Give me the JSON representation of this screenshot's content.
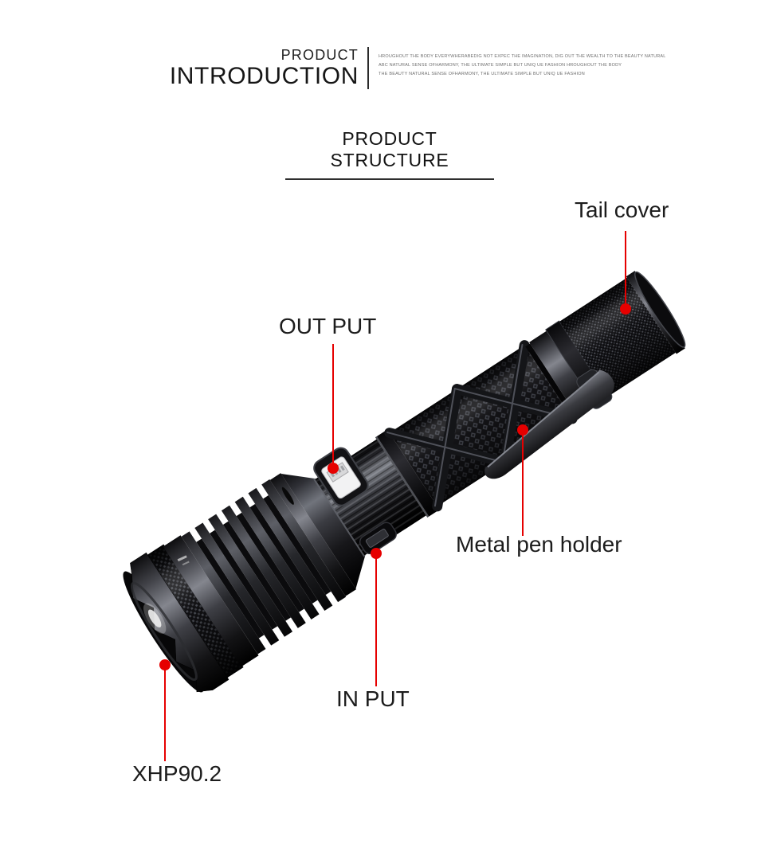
{
  "page": {
    "background": "#ffffff",
    "accent_color": "#e60000"
  },
  "header": {
    "kicker": "PRODUCT",
    "title": "INTRODUCTION",
    "tagline_lines": [
      "HROUGHOUT THE BODY EVERYWHERABEDIG NOT EXPEC THE IMAGINATION, DIG OUT THE WEALTH TO THE BEAUTY NATURAL",
      "ABC NATURAL SENSE OFHARMONY, THE ULTIMATE SIMPLE BUT UNIQ UE FASHION HROUGHOUT THE BODY",
      "THE BEAUTY NATURAL SENSE OFHARMONY, THE ULTIMATE SIMPLE BUT UNIQ UE FASHION"
    ]
  },
  "section": {
    "title": "PRODUCT STRUCTURE"
  },
  "diagram": {
    "subject": "flashlight",
    "labels": [
      {
        "id": "tail-cover",
        "text": "Tail cover"
      },
      {
        "id": "out-put",
        "text": "OUT PUT"
      },
      {
        "id": "metal-pen-holder",
        "text": "Metal pen holder"
      },
      {
        "id": "in-put",
        "text": "IN PUT"
      },
      {
        "id": "xhp90-2",
        "text": "XHP90.2"
      }
    ]
  }
}
